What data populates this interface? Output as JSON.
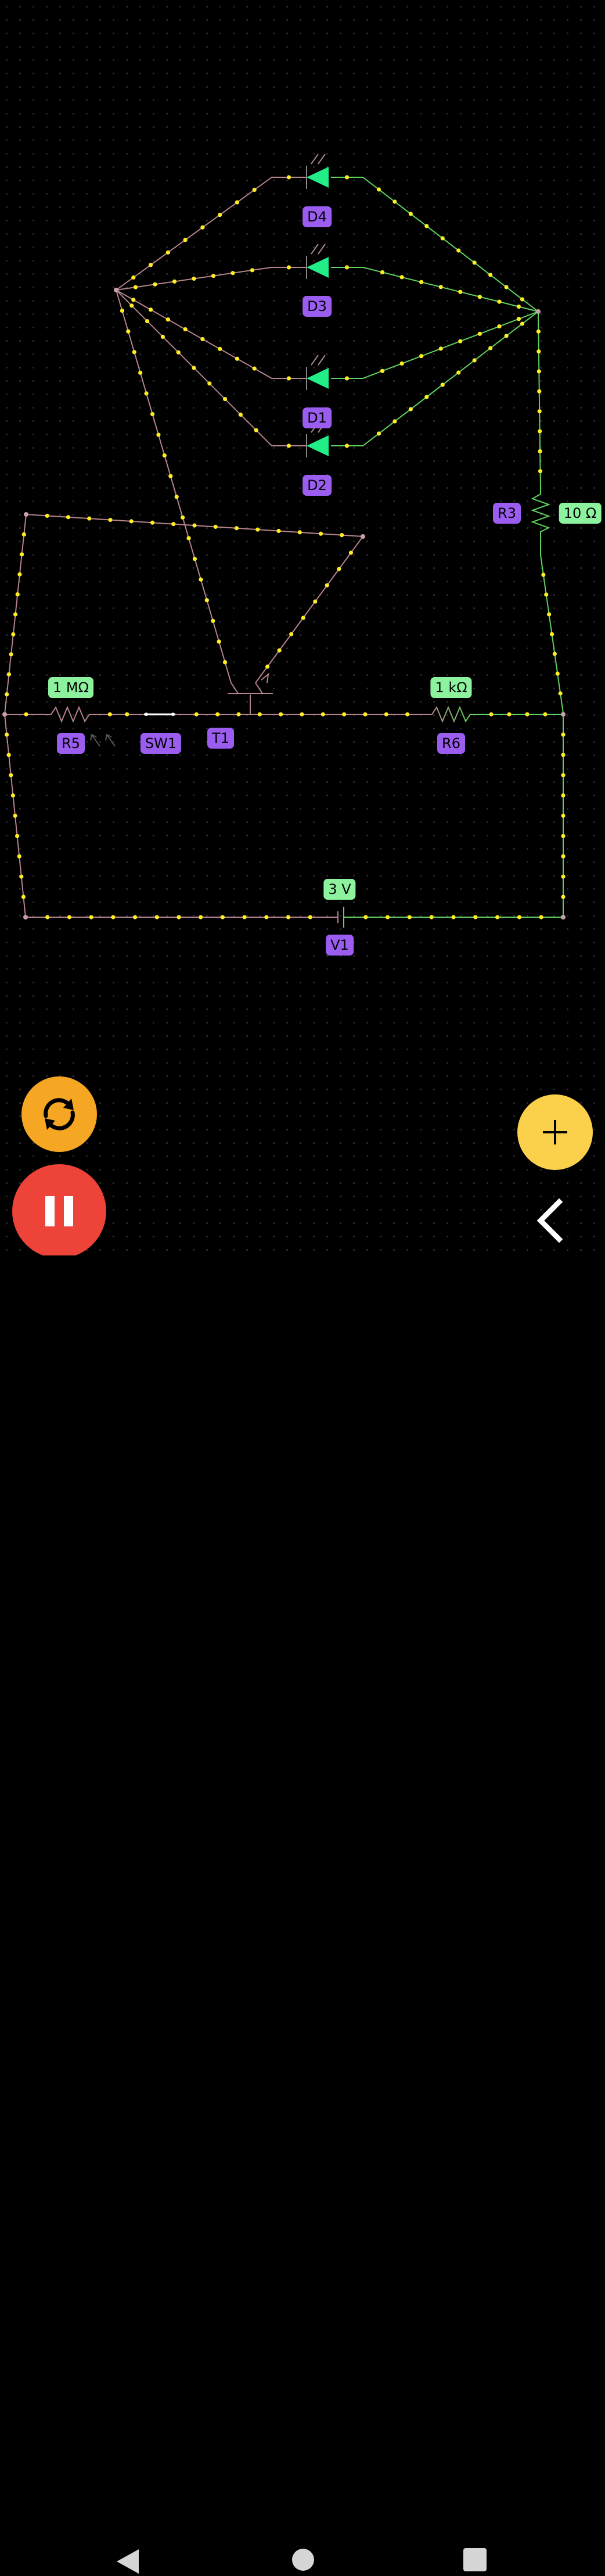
{
  "components": {
    "D4": {
      "name": "D4"
    },
    "D3": {
      "name": "D3"
    },
    "D1": {
      "name": "D1"
    },
    "D2": {
      "name": "D2"
    },
    "R3": {
      "name": "R3",
      "value": "10 Ω"
    },
    "R5": {
      "name": "R5",
      "value": "1 MΩ"
    },
    "SW1": {
      "name": "SW1"
    },
    "T1": {
      "name": "T1"
    },
    "R6": {
      "name": "R6",
      "value": "1 kΩ"
    },
    "V1": {
      "name": "V1",
      "value": "3 V"
    }
  },
  "colors": {
    "wire_low": "#b5848c",
    "wire_high": "#5fd35f",
    "current_dot": "#ffee22",
    "led": "#22ee88",
    "label_name_bg": "#9b5cf0",
    "label_value_bg": "#8cf29e",
    "refresh_button": "#f5a623",
    "pause_button": "#ee4338",
    "add_button": "#fbd14b"
  },
  "icons": {
    "refresh": "refresh-icon",
    "pause": "pause-icon",
    "add": "plus-icon",
    "collapse": "chevron-left-icon",
    "nav_back": "triangle-back-icon",
    "nav_home": "circle-home-icon",
    "nav_recents": "square-recents-icon"
  }
}
